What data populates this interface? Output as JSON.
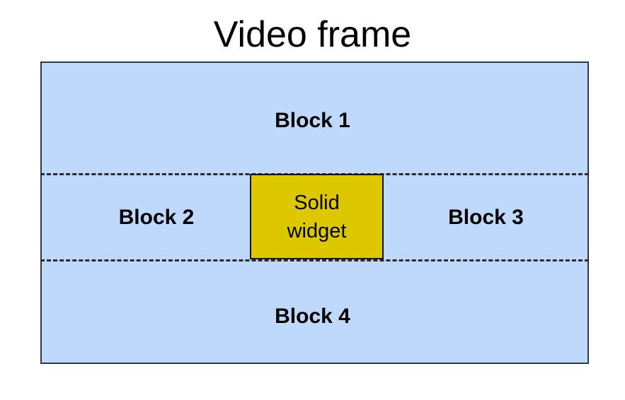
{
  "diagram": {
    "title": "Video frame",
    "colors": {
      "frame_fill": "#bfd9fd",
      "frame_border": "#2f3a40",
      "widget_fill": "#ddc800",
      "widget_border": "#141414",
      "divider": "#2b2b2b",
      "text": "#000000",
      "background": "#ffffff"
    },
    "frame": {
      "label_block_1": "Block 1",
      "label_block_2": "Block 2",
      "label_block_3": "Block 3",
      "label_block_4": "Block 4"
    },
    "widget": {
      "label": "Solid\nwidget"
    }
  }
}
